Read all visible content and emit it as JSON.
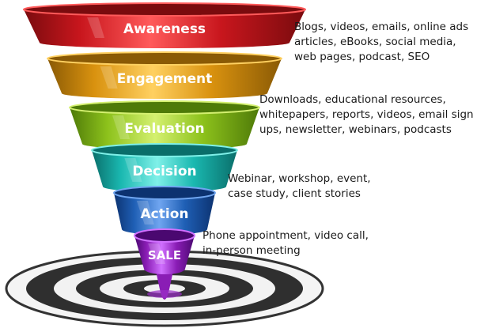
{
  "stages": [
    {
      "name": "Awareness",
      "color": "#c8161d",
      "light": "#ff5a5a",
      "dark": "#7a0b0e",
      "description": [
        "Blogs, videos, emails, online ads",
        "articles, eBooks, social media,",
        "web pages, podcast, SEO"
      ]
    },
    {
      "name": "Engagement",
      "color": "#d9920f",
      "light": "#ffd060",
      "dark": "#8a5a05",
      "description": []
    },
    {
      "name": "Evaluation",
      "color": "#8dc21c",
      "light": "#d4f070",
      "dark": "#4e7a08",
      "description": [
        "Downloads, educational resources,",
        "whitepapers, reports, videos, email sign",
        "ups, newsletter, webinars, podcasts"
      ]
    },
    {
      "name": "Decision",
      "color": "#1ab8b0",
      "light": "#7ff0e8",
      "dark": "#0a6e6a",
      "description": [
        "Webinar, workshop, event,",
        "case study, client stories"
      ]
    },
    {
      "name": "Action",
      "color": "#1f5fb5",
      "light": "#6fa5f0",
      "dark": "#0c3270",
      "description": []
    },
    {
      "name": "SALE",
      "color": "#8a1db5",
      "light": "#d070ff",
      "dark": "#4a0870",
      "description": [
        "Phone appointment, video call,",
        "in-person meeting"
      ]
    }
  ],
  "target": {
    "ring_dark": "#333333",
    "ring_light": "#f2f2f2"
  }
}
